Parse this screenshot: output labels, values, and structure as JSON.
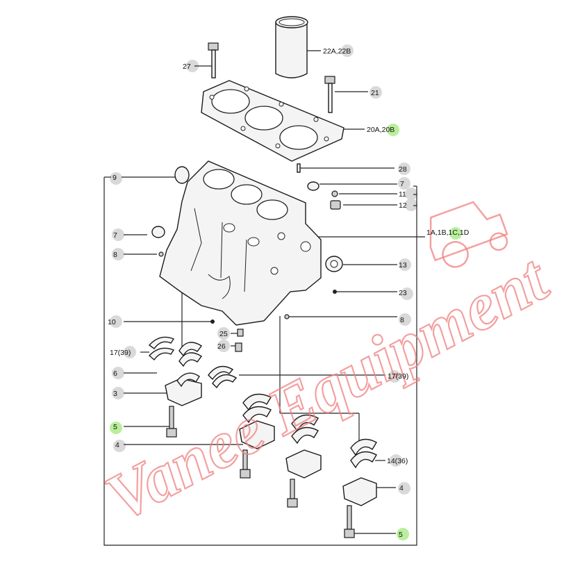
{
  "callouts": [
    {
      "id": "c27",
      "text": "27"
    },
    {
      "id": "c22",
      "text": "22A,22B"
    },
    {
      "id": "c21",
      "text": "21"
    },
    {
      "id": "c20",
      "text": "20A,20B"
    },
    {
      "id": "c28",
      "text": "28"
    },
    {
      "id": "c9",
      "text": "9"
    },
    {
      "id": "c7r",
      "text": "7"
    },
    {
      "id": "c11",
      "text": "11"
    },
    {
      "id": "c12",
      "text": "12"
    },
    {
      "id": "c1",
      "text": "1A,1B,1C,1D"
    },
    {
      "id": "c7l",
      "text": "7"
    },
    {
      "id": "c8l",
      "text": "8"
    },
    {
      "id": "c13",
      "text": "13"
    },
    {
      "id": "c23",
      "text": "23"
    },
    {
      "id": "c10",
      "text": "10"
    },
    {
      "id": "c8r",
      "text": "8"
    },
    {
      "id": "c25",
      "text": "25"
    },
    {
      "id": "c26",
      "text": "26"
    },
    {
      "id": "c17l",
      "text": "17(39)"
    },
    {
      "id": "c6",
      "text": "6"
    },
    {
      "id": "c17r",
      "text": "17(39)"
    },
    {
      "id": "c3",
      "text": "3"
    },
    {
      "id": "c5l",
      "text": "5"
    },
    {
      "id": "c4l",
      "text": "4"
    },
    {
      "id": "c14",
      "text": "14(36)"
    },
    {
      "id": "c4r",
      "text": "4"
    },
    {
      "id": "c5r",
      "text": "5"
    }
  ],
  "watermark": {
    "text": "Vanee Equipment",
    "color": "#f08080"
  }
}
